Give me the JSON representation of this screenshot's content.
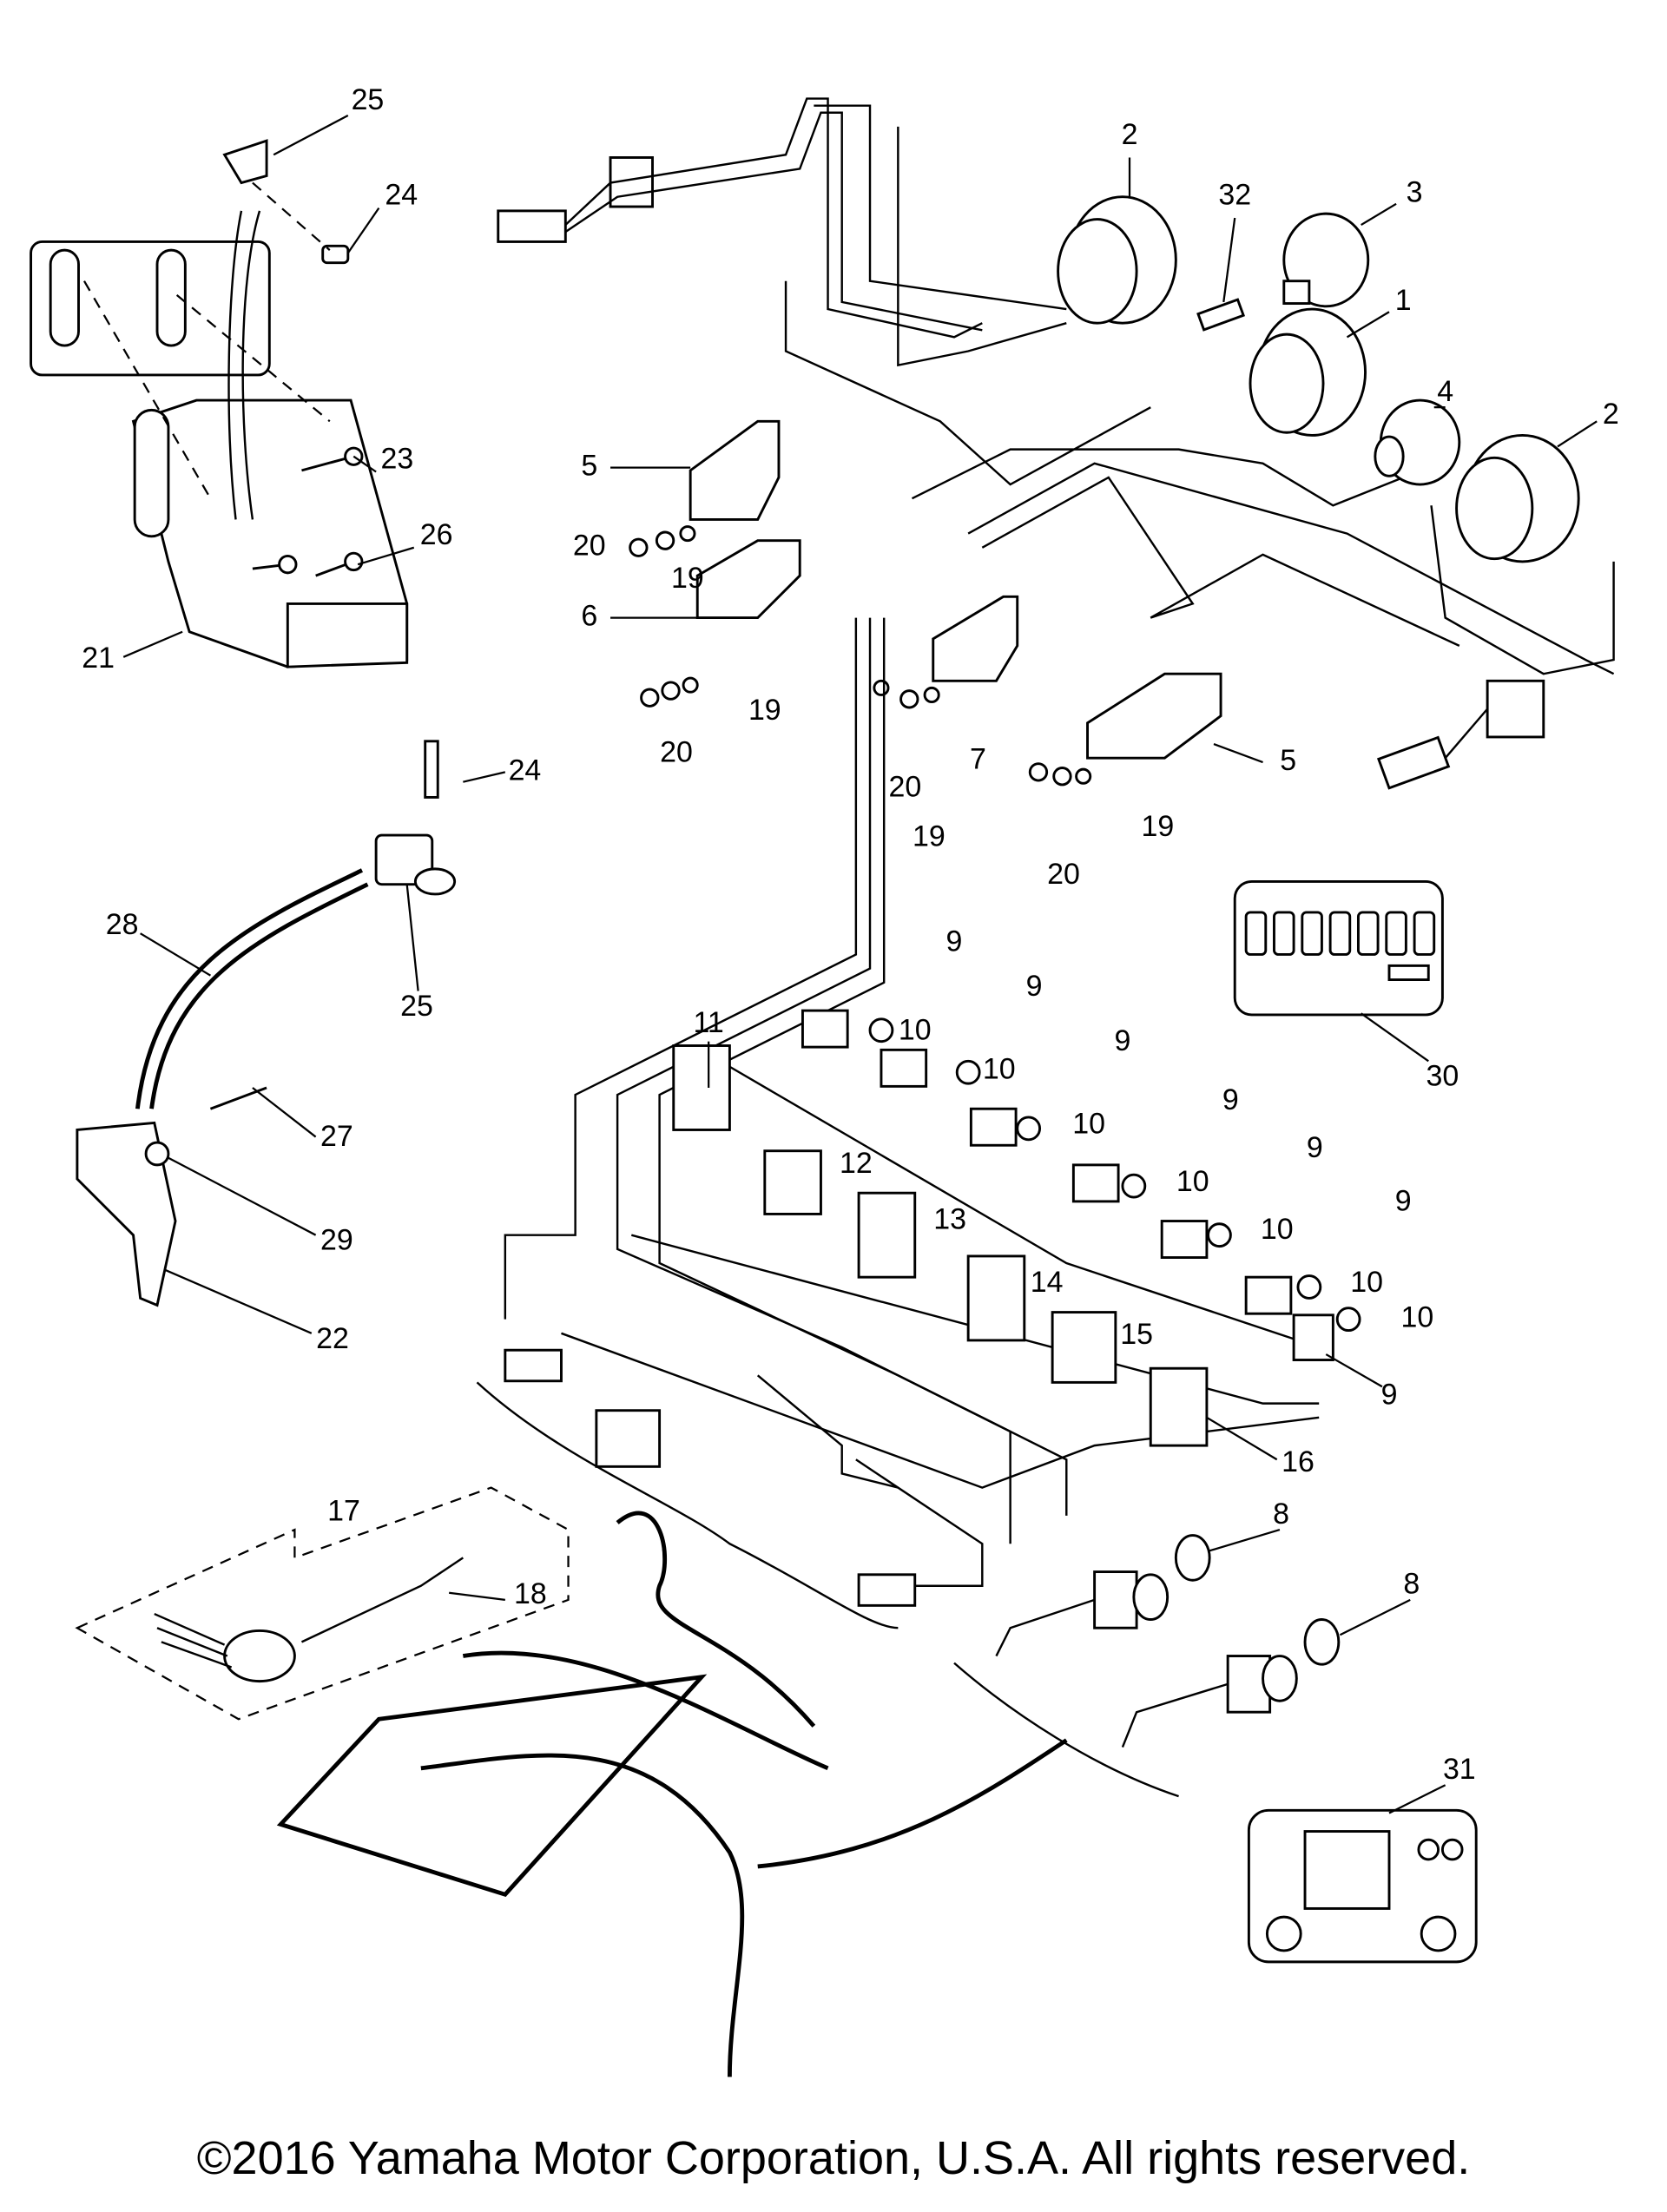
{
  "diagram": {
    "callouts": [
      "25",
      "24",
      "23",
      "26",
      "21",
      "2",
      "32",
      "3",
      "1",
      "4",
      "2",
      "5",
      "20",
      "19",
      "6",
      "19",
      "20",
      "20",
      "7",
      "19",
      "5",
      "19",
      "20",
      "24",
      "25",
      "28",
      "27",
      "29",
      "22",
      "30",
      "9",
      "9",
      "9",
      "9",
      "9",
      "9",
      "9",
      "10",
      "10",
      "10",
      "10",
      "10",
      "10",
      "10",
      "11",
      "12",
      "13",
      "14",
      "15",
      "16",
      "8",
      "8",
      "17",
      "18",
      "31"
    ]
  },
  "footer": {
    "copyright": "©2016 Yamaha Motor Corporation, U.S.A. All rights reserved."
  },
  "colors": {
    "ink": "#000000",
    "background": "#ffffff"
  }
}
